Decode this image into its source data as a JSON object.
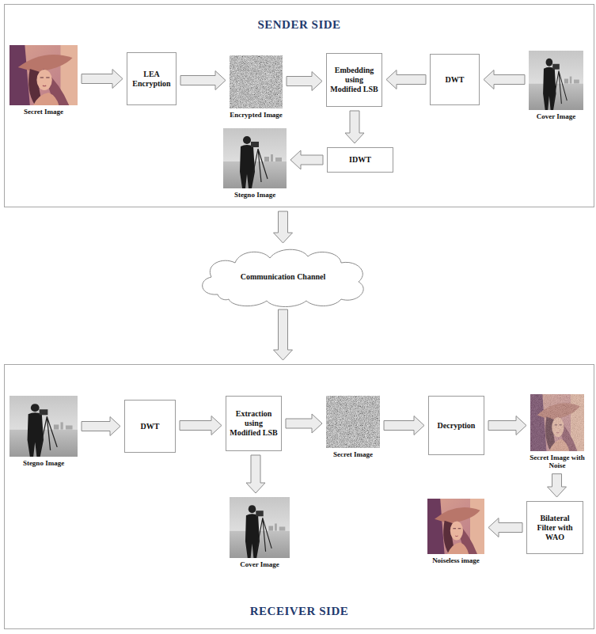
{
  "diagram": {
    "nodes": [
      {
        "text": [
          "SENDER SIDE"
        ]
      },
      {
        "text": [
          "Secret Image"
        ],
        "in": 0
      },
      {
        "text": [
          "LEA Encryption"
        ],
        "in": 0
      },
      {
        "text": [
          "Encrypted Image"
        ],
        "in": 0
      },
      {
        "text": [
          "Embedding using Modified LSB"
        ],
        "in": 0
      },
      {
        "text": [
          "DWT"
        ],
        "in": 0
      },
      {
        "text": [
          "Cover Image"
        ],
        "in": 0
      },
      {
        "text": [
          "Stegno Image"
        ],
        "in": 0
      },
      {
        "text": [
          "IDWT"
        ],
        "in": 0
      },
      {
        "text": [
          "Communication Channel"
        ]
      },
      {
        "text": [
          "RECEIVER SIDE"
        ]
      },
      {
        "text": [
          "Stegno Image"
        ],
        "in": 10
      },
      {
        "text": [
          "DWT"
        ],
        "in": 10
      },
      {
        "text": [
          "Extraction using Modified LSB"
        ],
        "in": 10
      },
      {
        "text": [
          "Secret Image"
        ],
        "in": 10
      },
      {
        "text": [
          "Decryption"
        ],
        "in": 10
      },
      {
        "text": [
          "Secret Image with Noise"
        ],
        "in": 10
      },
      {
        "text": [
          "Cover Image"
        ],
        "in": 10
      },
      {
        "text": [
          "Noiseless image"
        ],
        "in": 10
      },
      {
        "text": [
          "Bilateral Filter with WAO"
        ],
        "in": 10
      }
    ],
    "edges": [
      {
        "from": 1,
        "to": 2,
        "arrow": "to"
      },
      {
        "from": 2,
        "to": 3,
        "arrow": "to"
      },
      {
        "from": 3,
        "to": 4,
        "arrow": "to"
      },
      {
        "from": 6,
        "to": 5,
        "arrow": "to"
      },
      {
        "from": 5,
        "to": 4,
        "arrow": "to"
      },
      {
        "from": 4,
        "to": 8,
        "arrow": "to"
      },
      {
        "from": 8,
        "to": 7,
        "arrow": "to"
      },
      {
        "from": 0,
        "to": 9,
        "arrow": "to"
      },
      {
        "from": 9,
        "to": 10,
        "arrow": "to"
      },
      {
        "from": 11,
        "to": 12,
        "arrow": "to"
      },
      {
        "from": 12,
        "to": 13,
        "arrow": "to"
      },
      {
        "from": 13,
        "to": 14,
        "arrow": "to"
      },
      {
        "from": 14,
        "to": 15,
        "arrow": "to"
      },
      {
        "from": 15,
        "to": 16,
        "arrow": "to"
      },
      {
        "from": 13,
        "to": 17,
        "arrow": "to"
      },
      {
        "from": 16,
        "to": 19,
        "arrow": "to"
      },
      {
        "from": 19,
        "to": 18,
        "arrow": "to"
      }
    ]
  }
}
